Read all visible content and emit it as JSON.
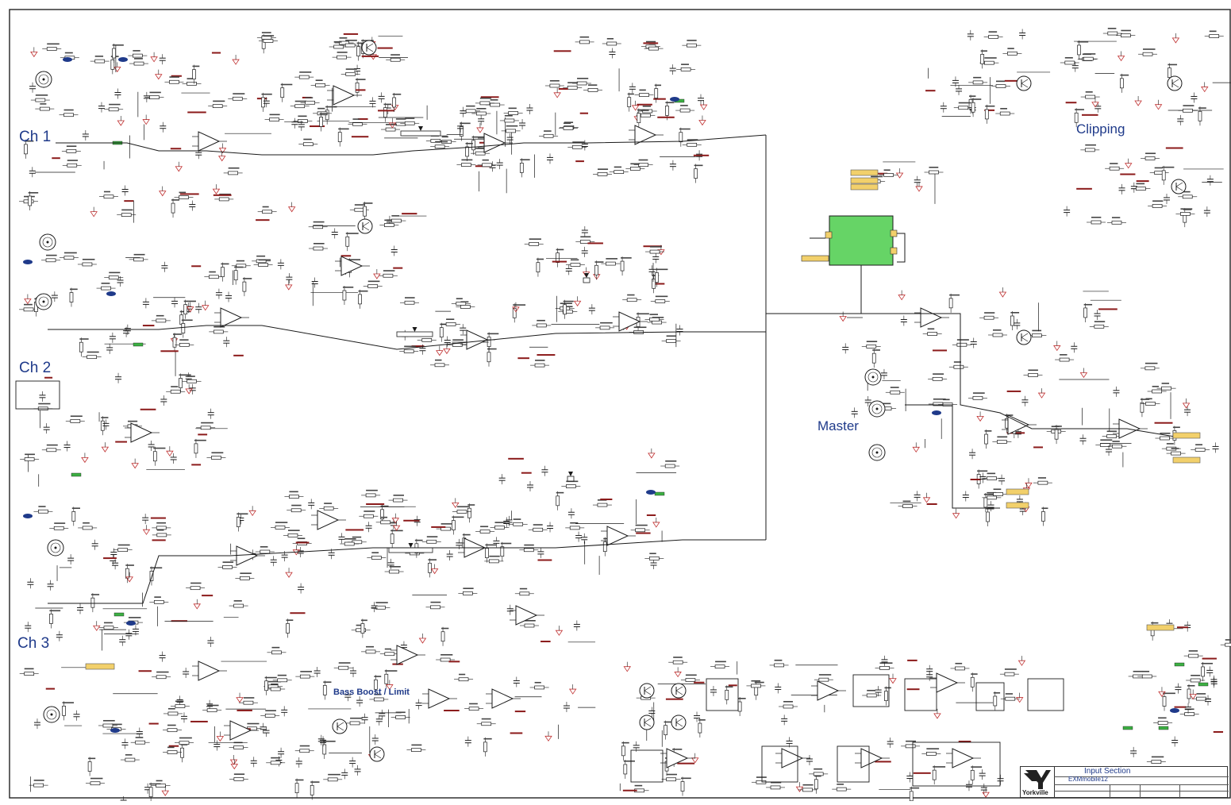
{
  "sections": {
    "ch1": "Ch 1",
    "ch2": "Ch 2",
    "ch3": "Ch 3",
    "master": "Master",
    "clipping": "Clipping",
    "bass_boost": "Bass Boost / Limit"
  },
  "title_block": {
    "title": "Input Section",
    "model": "EXMmobile12",
    "brand": "Yorkville"
  },
  "colors": {
    "wire": "#1a1a1a",
    "net_label": "#8b1a1a",
    "section_label": "#1f3a8a",
    "ground": "#c03030",
    "connector_green": "#3cb043",
    "module_green": "#66d466",
    "label_yellow": "#f2d06b"
  }
}
